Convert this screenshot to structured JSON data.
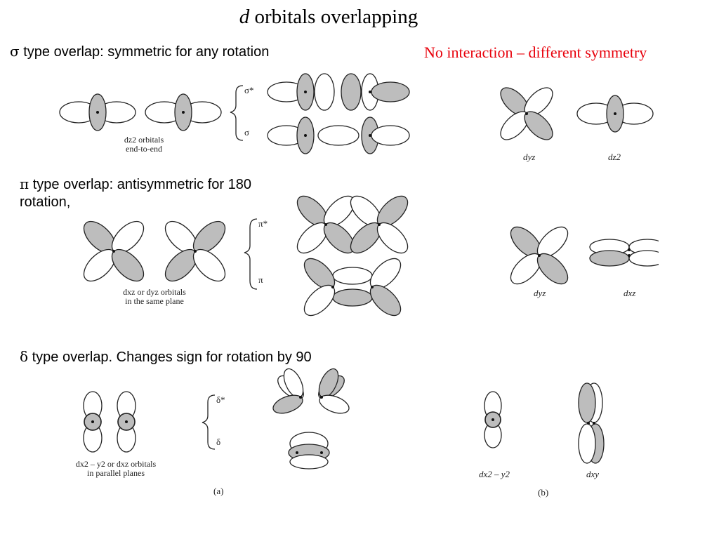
{
  "title_italic": "d",
  "title_rest": " orbitals overlapping",
  "sigma": {
    "symbol": "σ",
    "text": " type overlap: symmetric for any rotation"
  },
  "pi": {
    "symbol": "π",
    "line1": " type overlap: antisymmetric for 180",
    "line2": "rotation,"
  },
  "delta": {
    "symbol": "δ",
    "text": " type overlap. Changes sign for rotation by 90"
  },
  "no_interaction": "No interaction – different symmetry",
  "captions": {
    "dz2_line1": "dz2 orbitals",
    "dz2_line2": "end-to-end",
    "dxz_line1": "dxz or dyz orbitals",
    "dxz_line2": "in the same plane",
    "dx2_line1": "dx2 – y2 or dxz orbitals",
    "dx2_line2": "in parallel planes"
  },
  "mo_labels": {
    "sigma_star": "σ*",
    "sigma": "σ",
    "pi_star": "π*",
    "pi": "π",
    "delta_star": "δ*",
    "delta": "δ"
  },
  "right_labels": {
    "dyz_1": "dyz",
    "dz2": "dz2",
    "dyz_2": "dyz",
    "dxz": "dxz",
    "dx2y2": "dx2 – y2",
    "dxy": "dxy"
  },
  "panel_labels": {
    "a": "(a)",
    "b": "(b)"
  },
  "colors": {
    "shade": "#bdbdbd",
    "accent_red": "#e8000b"
  }
}
